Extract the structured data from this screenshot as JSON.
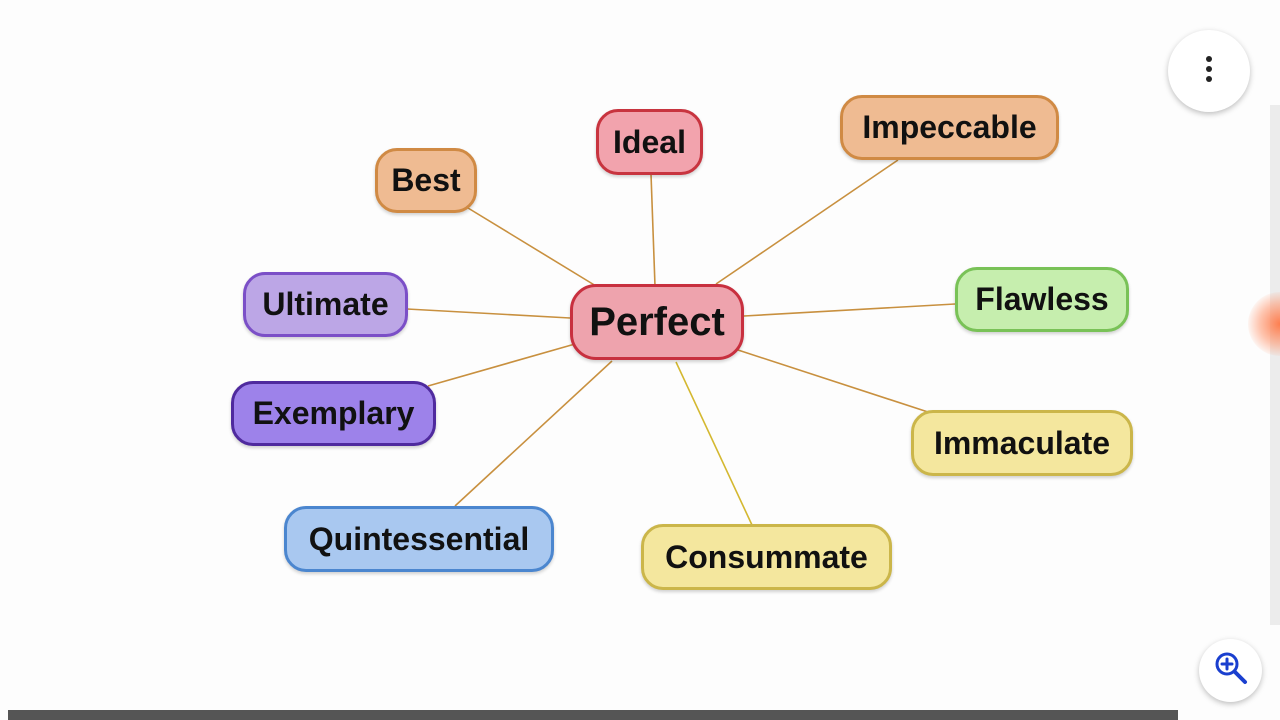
{
  "diagram": {
    "center": {
      "label": "Perfect",
      "fill": "#eea3ad",
      "border": "#c8303f"
    },
    "nodes": [
      {
        "id": "ideal",
        "label": "Ideal",
        "fill": "#f2a3ad",
        "border": "#c8343f"
      },
      {
        "id": "impeccable",
        "label": "Impeccable",
        "fill": "#efbb92",
        "border": "#d08a44"
      },
      {
        "id": "best",
        "label": "Best",
        "fill": "#efbb92",
        "border": "#d08a44"
      },
      {
        "id": "flawless",
        "label": "Flawless",
        "fill": "#c6eeae",
        "border": "#79c257"
      },
      {
        "id": "ultimate",
        "label": "Ultimate",
        "fill": "#bca6e6",
        "border": "#7b4fc7"
      },
      {
        "id": "exemplary",
        "label": "Exemplary",
        "fill": "#9d82ea",
        "border": "#4f2a9e"
      },
      {
        "id": "immaculate",
        "label": "Immaculate",
        "fill": "#f4e79e",
        "border": "#cbb64a"
      },
      {
        "id": "quintessential",
        "label": "Quintessential",
        "fill": "#a9c8f0",
        "border": "#4b86cf"
      },
      {
        "id": "consummate",
        "label": "Consummate",
        "fill": "#f4e79e",
        "border": "#cbb64a"
      }
    ],
    "edge_colors": {
      "ideal": "#c8903f",
      "impeccable": "#c8903f",
      "best": "#c8903f",
      "flawless": "#c8903f",
      "ultimate": "#c8903f",
      "exemplary": "#c8903f",
      "immaculate": "#c8903f",
      "quintessential": "#c8903f",
      "consummate": "#d4b830"
    }
  },
  "controls": {
    "menu_icon": "more-vertical-icon",
    "zoom_icon": "zoom-in-icon"
  }
}
